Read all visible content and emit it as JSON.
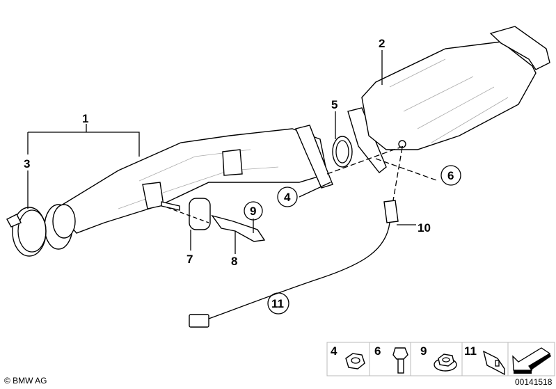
{
  "diagram": {
    "callouts": {
      "c1": "1",
      "c2": "2",
      "c3": "3",
      "c4": "4",
      "c5": "5",
      "c6": "6",
      "c7": "7",
      "c8": "8",
      "c9": "9",
      "c10": "10",
      "c11": "11"
    },
    "legend": [
      {
        "number": "4",
        "part": "hex-nut-icon"
      },
      {
        "number": "6",
        "part": "hex-bolt-icon"
      },
      {
        "number": "9",
        "part": "flange-nut-icon"
      },
      {
        "number": "11",
        "part": "bracket-clip-icon"
      },
      {
        "number": "",
        "part": "direction-arrow-icon"
      }
    ],
    "copyright": "© BMW AG",
    "diagram_id": "00141518"
  }
}
